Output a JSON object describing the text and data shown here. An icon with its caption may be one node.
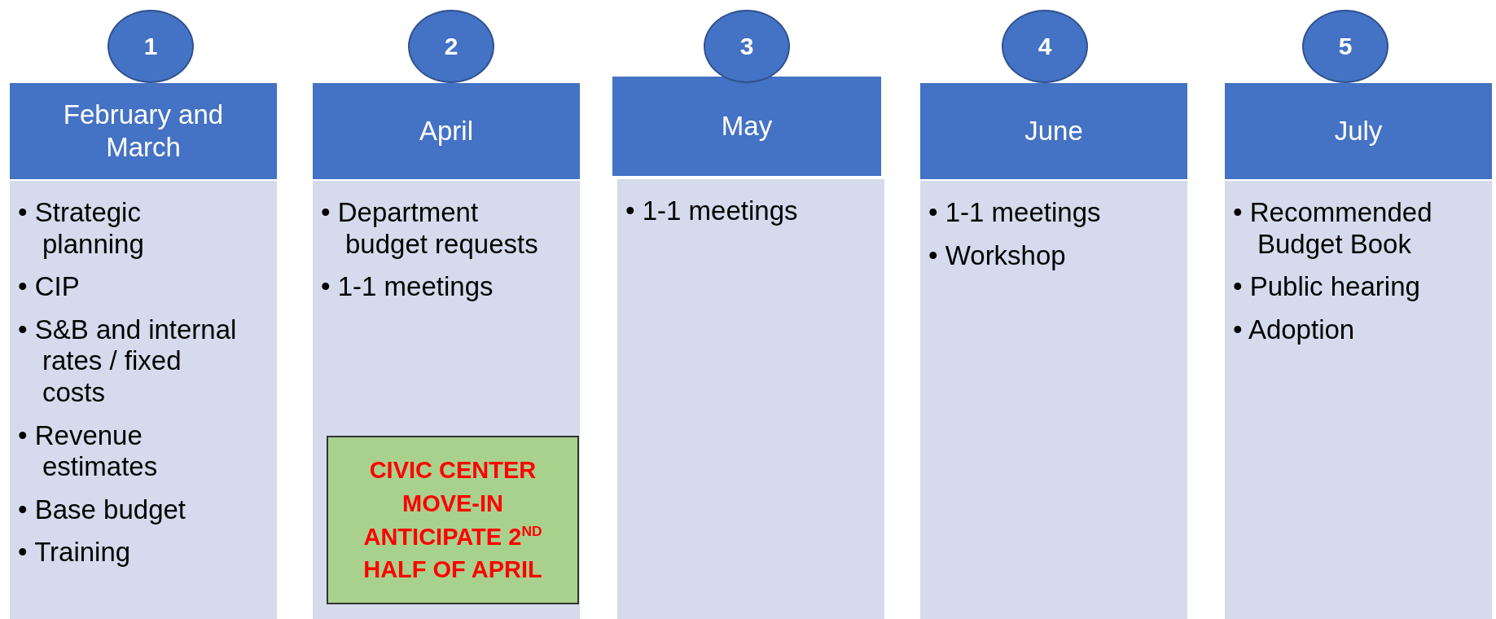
{
  "diagram": {
    "nodes": [
      {
        "text": [
          "1"
        ]
      },
      {
        "text": [
          "February and March"
        ]
      },
      {
        "text": [
          "• Strategic planning",
          "• CIP",
          "• S&B and internal rates / fixed costs",
          "• Revenue estimates",
          "• Base budget",
          "• Training"
        ]
      },
      {
        "text": [
          "2"
        ]
      },
      {
        "text": [
          "April"
        ]
      },
      {
        "text": [
          "• Department budget requests",
          "• 1-1 meetings"
        ]
      },
      {
        "text": [
          "CIVIC CENTER MOVE-IN ANTICIPATE 2$^{ND}$ HALF OF APRIL"
        ],
        "in": 5
      },
      {
        "text": [
          "3"
        ]
      },
      {
        "text": [
          "May"
        ]
      },
      {
        "text": [
          "• 1-1 meetings"
        ]
      },
      {
        "text": [
          "4"
        ]
      },
      {
        "text": [
          "June"
        ]
      },
      {
        "text": [
          "• 1-1 meetings",
          "• Workshop"
        ]
      },
      {
        "text": [
          "5"
        ]
      },
      {
        "text": [
          "July"
        ]
      },
      {
        "text": [
          "• Recommended Budget Book",
          "• Public hearing",
          "• Adoption"
        ]
      }
    ],
    "edges": []
  }
}
